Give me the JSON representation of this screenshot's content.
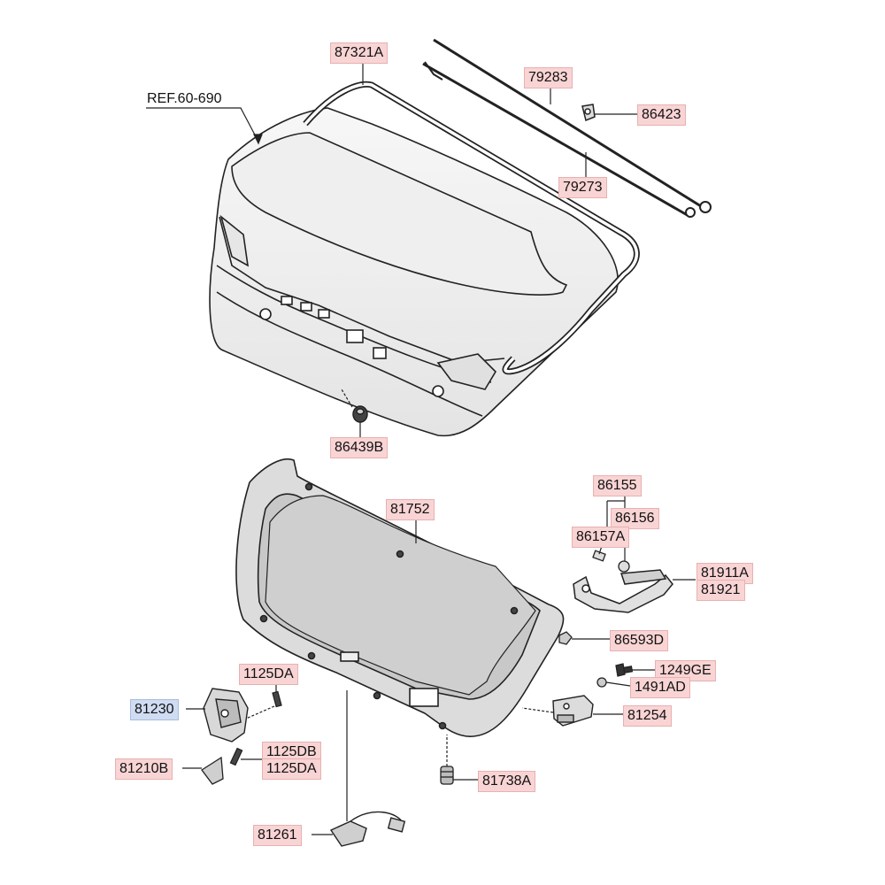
{
  "reference": "REF.60-690",
  "parts": {
    "p87321A": "87321A",
    "p79283": "79283",
    "p86423": "86423",
    "p79273": "79273",
    "p86439B": "86439B",
    "p86155": "86155",
    "p86156": "86156",
    "p86157A": "86157A",
    "p81752": "81752",
    "p81911A": "81911A",
    "p81921": "81921",
    "p86593D": "86593D",
    "p1249GE": "1249GE",
    "p1491AD": "1491AD",
    "p81254": "81254",
    "p1125DA_top": "1125DA",
    "p81230": "81230",
    "p1125DB": "1125DB",
    "p1125DA_bottom": "1125DA",
    "p81210B": "81210B",
    "p81738A": "81738A",
    "p81261": "81261"
  },
  "colors": {
    "label_bg": "#f9d4d4",
    "highlight_bg": "#cfdcf2",
    "line": "#222222",
    "part_fill": "#f2f2f2"
  }
}
